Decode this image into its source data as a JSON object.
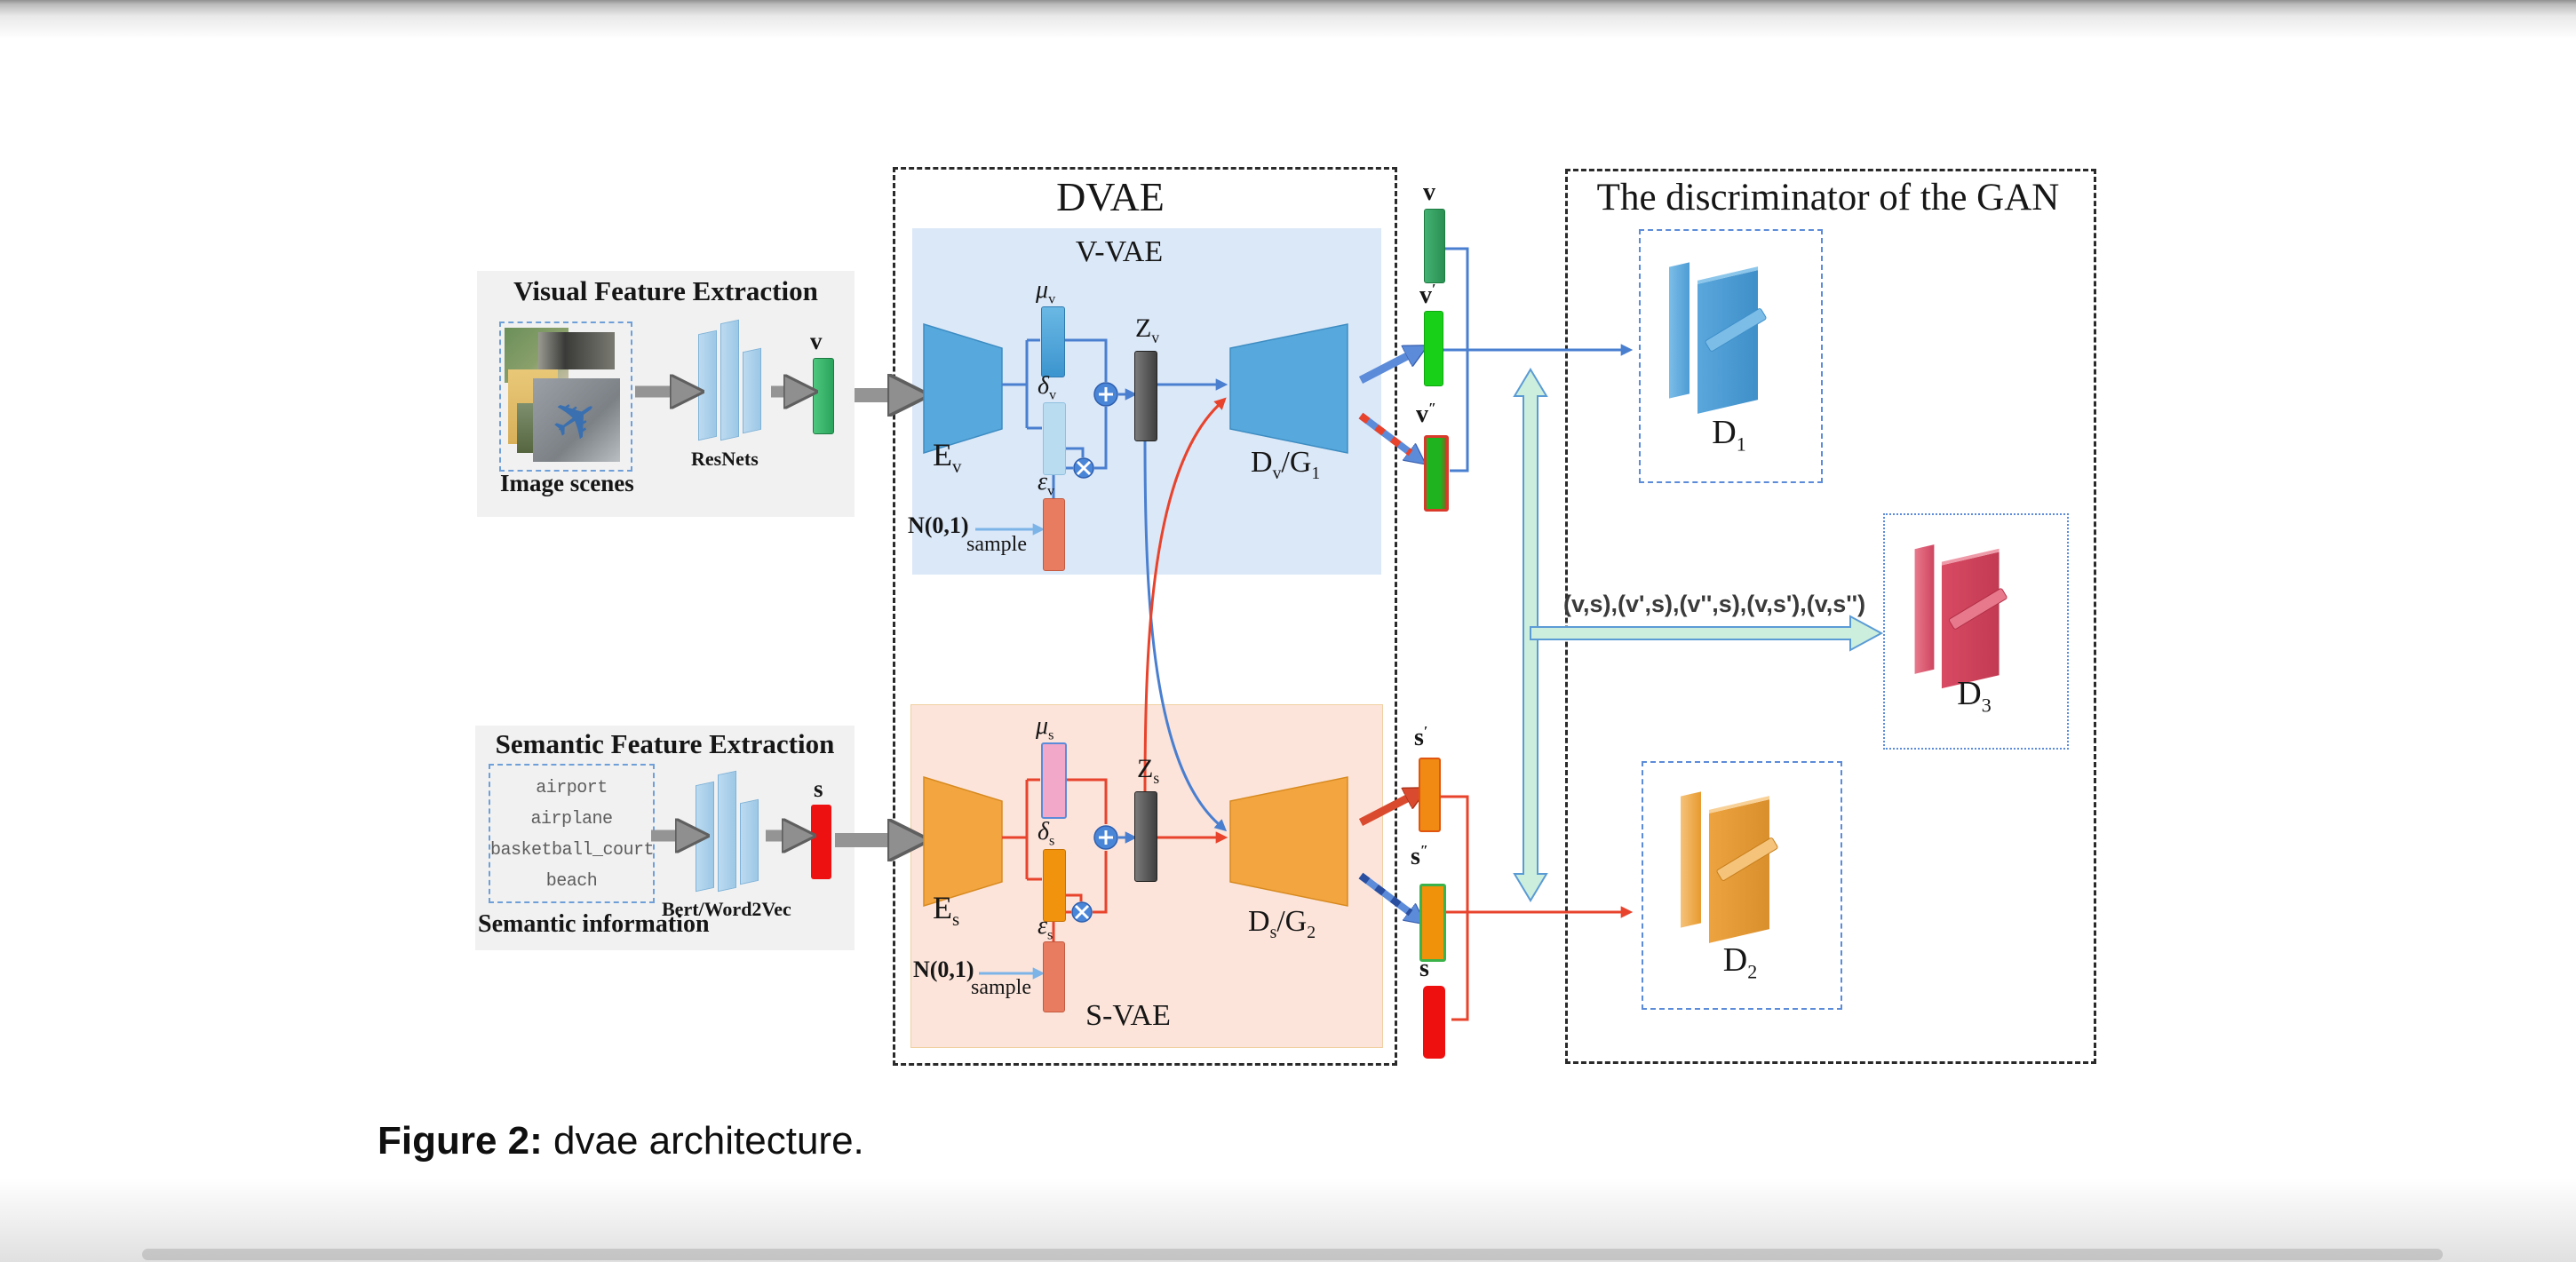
{
  "page": {
    "caption": {
      "bold": "Figure 2:",
      "text": "dvae architecture."
    }
  },
  "visual": {
    "title": "Visual  Feature Extraction",
    "images_label": "Image scenes",
    "network": "ResNets",
    "feature": {
      "base": "v"
    }
  },
  "semantic": {
    "title": "Semantic Feature Extraction",
    "words": [
      "airport",
      "airplane",
      "basketball_court",
      "beach"
    ],
    "info": "Semantic information",
    "network": "Bert/Word2Vec",
    "feature": {
      "base": "s"
    }
  },
  "dvae": {
    "title": "DVAE",
    "vvae": {
      "label": "V-VAE",
      "encoder": {
        "base": "E",
        "sub": "v"
      },
      "mu": {
        "base": "μ",
        "sub": "v"
      },
      "delta": {
        "base": "δ",
        "sub": "v"
      },
      "epsilon": {
        "base": "ε",
        "sub": "v"
      },
      "latent": {
        "base": "Z",
        "sub": "v"
      },
      "decoder": {
        "p1": "D",
        "s1": "v",
        "p2": "/G",
        "s2": "1"
      },
      "noise": "N(0,1)",
      "sample": "sample"
    },
    "svae": {
      "label": "S-VAE",
      "encoder": {
        "base": "E",
        "sub": "s"
      },
      "mu": {
        "base": "μ",
        "sub": "s"
      },
      "delta": {
        "base": "δ",
        "sub": "s"
      },
      "epsilon": {
        "base": "ε",
        "sub": "s"
      },
      "latent": {
        "base": "Z",
        "sub": "s"
      },
      "decoder": {
        "p1": "D",
        "s1": "s",
        "p2": "/G",
        "s2": "2"
      },
      "noise": "N(0,1)",
      "sample": "sample"
    }
  },
  "outputs": {
    "v": {
      "base": "v",
      "sup": ""
    },
    "v_prime": {
      "base": "v",
      "sup": "′"
    },
    "v_dprime": {
      "base": "v",
      "sup": "″"
    },
    "s_prime": {
      "base": "s",
      "sup": "′"
    },
    "s_dprime": {
      "base": "s",
      "sup": "″"
    },
    "s": {
      "base": "s",
      "sup": ""
    }
  },
  "gan": {
    "title": "The discriminator of  the GAN",
    "pairs": "(v,s),(v',s),(v'',s),(v,s'),(v,s'')",
    "d1": {
      "base": "D",
      "sub": "1"
    },
    "d2": {
      "base": "D",
      "sub": "2"
    },
    "d3": {
      "base": "D",
      "sub": "3"
    }
  },
  "colors": {
    "visual_feature_green": "#2f9e5d",
    "semantic_feature_red": "#ee1111",
    "vvae_blue": "#57a9dd",
    "svae_orange": "#f3a640",
    "latent_gray": "#4a4a4a",
    "teal_arrow_fill": "#cceedd",
    "wire_blue": "#4a7fd0",
    "wire_red": "#e8432c"
  }
}
